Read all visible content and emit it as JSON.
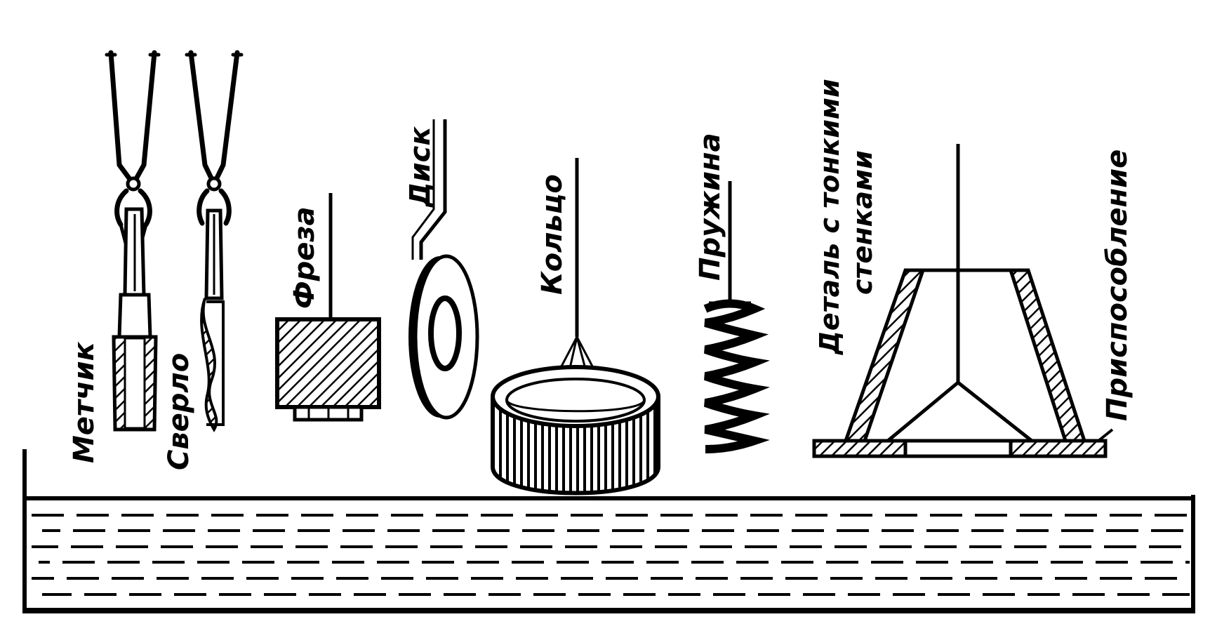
{
  "labels": {
    "metchik": "Метчик",
    "sverlo": "Сверло",
    "freza": "Фреза",
    "disk": "Диск",
    "koltso": "Кольцо",
    "pruzhina": "Пружина",
    "detal_line1": "Деталь с тонкими",
    "detal_line2": "стенками",
    "prisposoblenie": "Приспособление"
  }
}
